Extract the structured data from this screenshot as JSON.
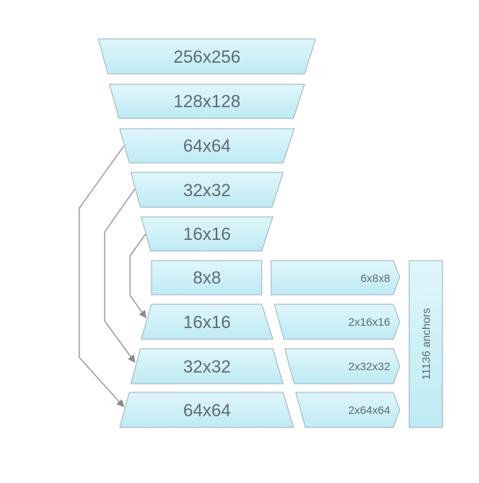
{
  "encoder_layers": [
    "256x256",
    "128x128",
    "64x64",
    "32x32",
    "16x16"
  ],
  "bottleneck": "8x8",
  "decoder_layers": [
    "16x16",
    "32x32",
    "64x64"
  ],
  "head_outputs": [
    "6x8x8",
    "2x16x16",
    "2x32x32",
    "2x64x64"
  ],
  "anchors_label": "11136 anchors",
  "colors": {
    "fill_top": "#dff6fb",
    "fill_bottom": "#bfeaf4",
    "stroke": "#9fb3bb",
    "arrow": "#8a8a8a",
    "text": "#5f6b73"
  }
}
